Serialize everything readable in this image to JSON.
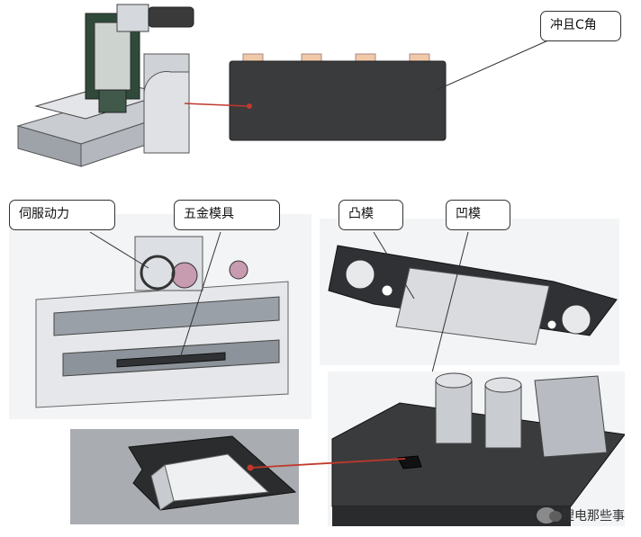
{
  "labels": {
    "punch_c_corner": "冲且C角",
    "servo_power": "伺服动力",
    "hardware_die": "五金模具",
    "punch": "凸模",
    "die": "凹模"
  },
  "watermark": {
    "text": "锂电那些事",
    "icon": "wechat-icon"
  },
  "colors": {
    "pointer": "#c0392b",
    "leader": "#333333",
    "cell_body": "#3a3b3d",
    "tab": "#f0c9a8"
  }
}
